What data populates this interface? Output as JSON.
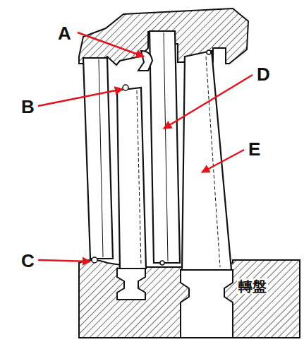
{
  "diagram": {
    "labels": [
      "A",
      "B",
      "C",
      "D",
      "E",
      "轉盤"
    ]
  }
}
